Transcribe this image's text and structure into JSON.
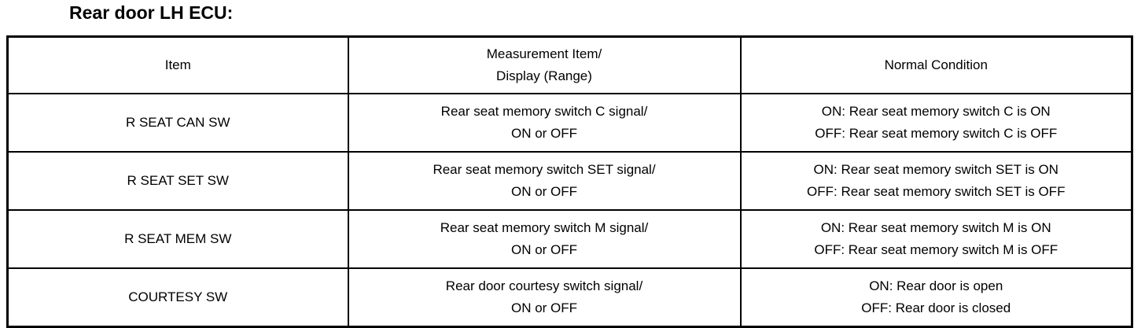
{
  "page": {
    "title": "Rear door LH ECU:"
  },
  "table": {
    "headers": [
      {
        "lines": [
          "Item"
        ]
      },
      {
        "lines": [
          "Measurement Item/",
          "Display (Range)"
        ]
      },
      {
        "lines": [
          "Normal Condition"
        ]
      }
    ],
    "rows": [
      {
        "item": "R SEAT CAN SW",
        "measurement": [
          "Rear seat memory switch C signal/",
          "ON or OFF"
        ],
        "normal": [
          "ON: Rear seat memory switch C is ON",
          "OFF: Rear seat memory switch C is OFF"
        ]
      },
      {
        "item": "R SEAT SET SW",
        "measurement": [
          "Rear seat memory switch SET signal/",
          "ON or OFF"
        ],
        "normal": [
          "ON: Rear seat memory switch SET is ON",
          "OFF: Rear seat memory switch SET is OFF"
        ]
      },
      {
        "item": "R SEAT MEM SW",
        "measurement": [
          "Rear seat memory switch M signal/",
          "ON or OFF"
        ],
        "normal": [
          "ON: Rear seat memory switch M is ON",
          "OFF: Rear seat memory switch M is OFF"
        ]
      },
      {
        "item": "COURTESY SW",
        "measurement": [
          "Rear door courtesy switch signal/",
          "ON or OFF"
        ],
        "normal": [
          "ON: Rear door is open",
          "OFF: Rear door is closed"
        ]
      }
    ]
  },
  "colors": {
    "text": "#000000",
    "border": "#000000",
    "background": "#ffffff"
  }
}
